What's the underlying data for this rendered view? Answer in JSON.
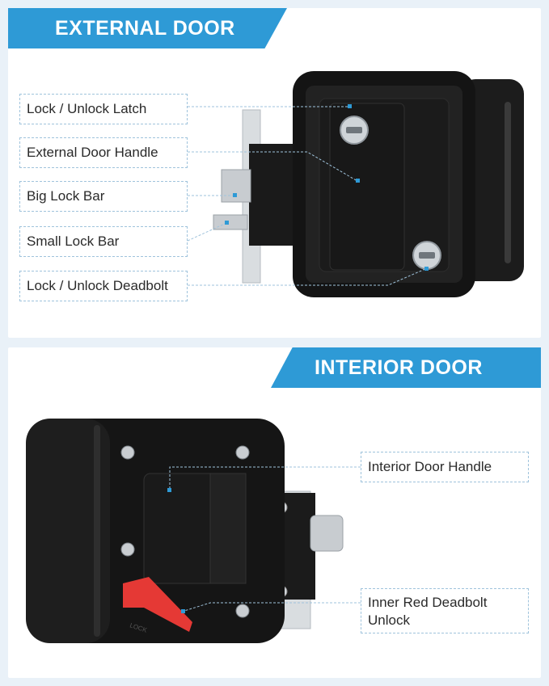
{
  "external": {
    "title": "EXTERNAL DOOR",
    "labels": [
      "Lock / Unlock Latch",
      "External Door Handle",
      "Big Lock Bar",
      "Small Lock Bar",
      "Lock / Unlock Deadbolt"
    ]
  },
  "interior": {
    "title": "INTERIOR DOOR",
    "labels": [
      "Interior Door Handle",
      "Inner Red Deadbolt\nUnlock"
    ],
    "lever_text": "LOCK"
  },
  "colors": {
    "banner": "#2e9ad6",
    "lock_body": "#151515",
    "lever": "#e53935",
    "callout": "#2e9ad6"
  }
}
